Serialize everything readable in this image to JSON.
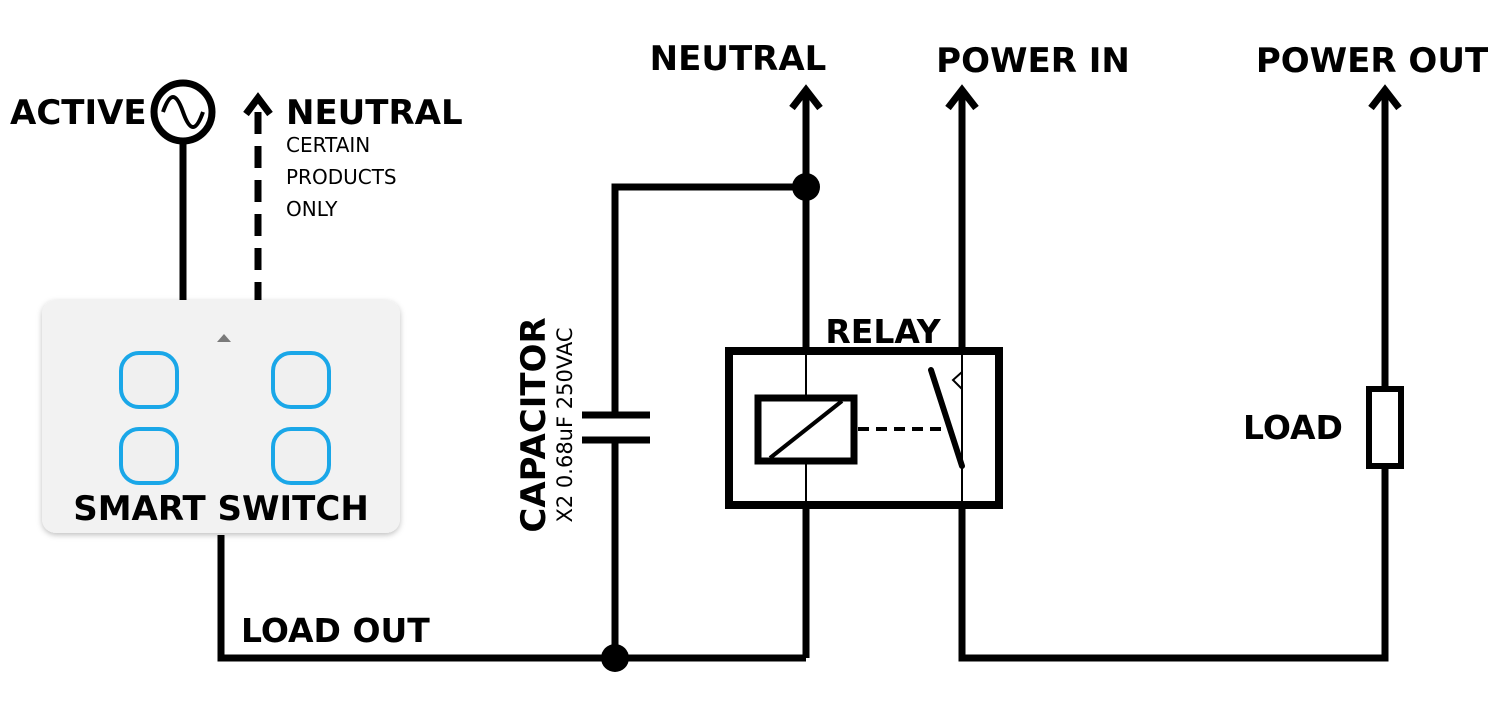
{
  "labels": {
    "active": "ACTIVE",
    "neutral_switch": "NEUTRAL",
    "neutral_note": [
      "CERTAIN",
      "PRODUCTS",
      "ONLY"
    ],
    "smart_switch": "SMART SWITCH",
    "load_out": "LOAD OUT",
    "capacitor": "CAPACITOR",
    "capacitor_spec": "X2 0.68uF 250VAC",
    "neutral": "NEUTRAL",
    "relay": "RELAY",
    "power_in": "POWER IN",
    "power_out": "POWER OUT",
    "load": "LOAD"
  },
  "colors": {
    "wire": "#000000",
    "button_ring": "#1aa7e8",
    "plate": "#f2f2f2"
  },
  "icons": {
    "ac_source": "sine-wave-circle-icon"
  }
}
